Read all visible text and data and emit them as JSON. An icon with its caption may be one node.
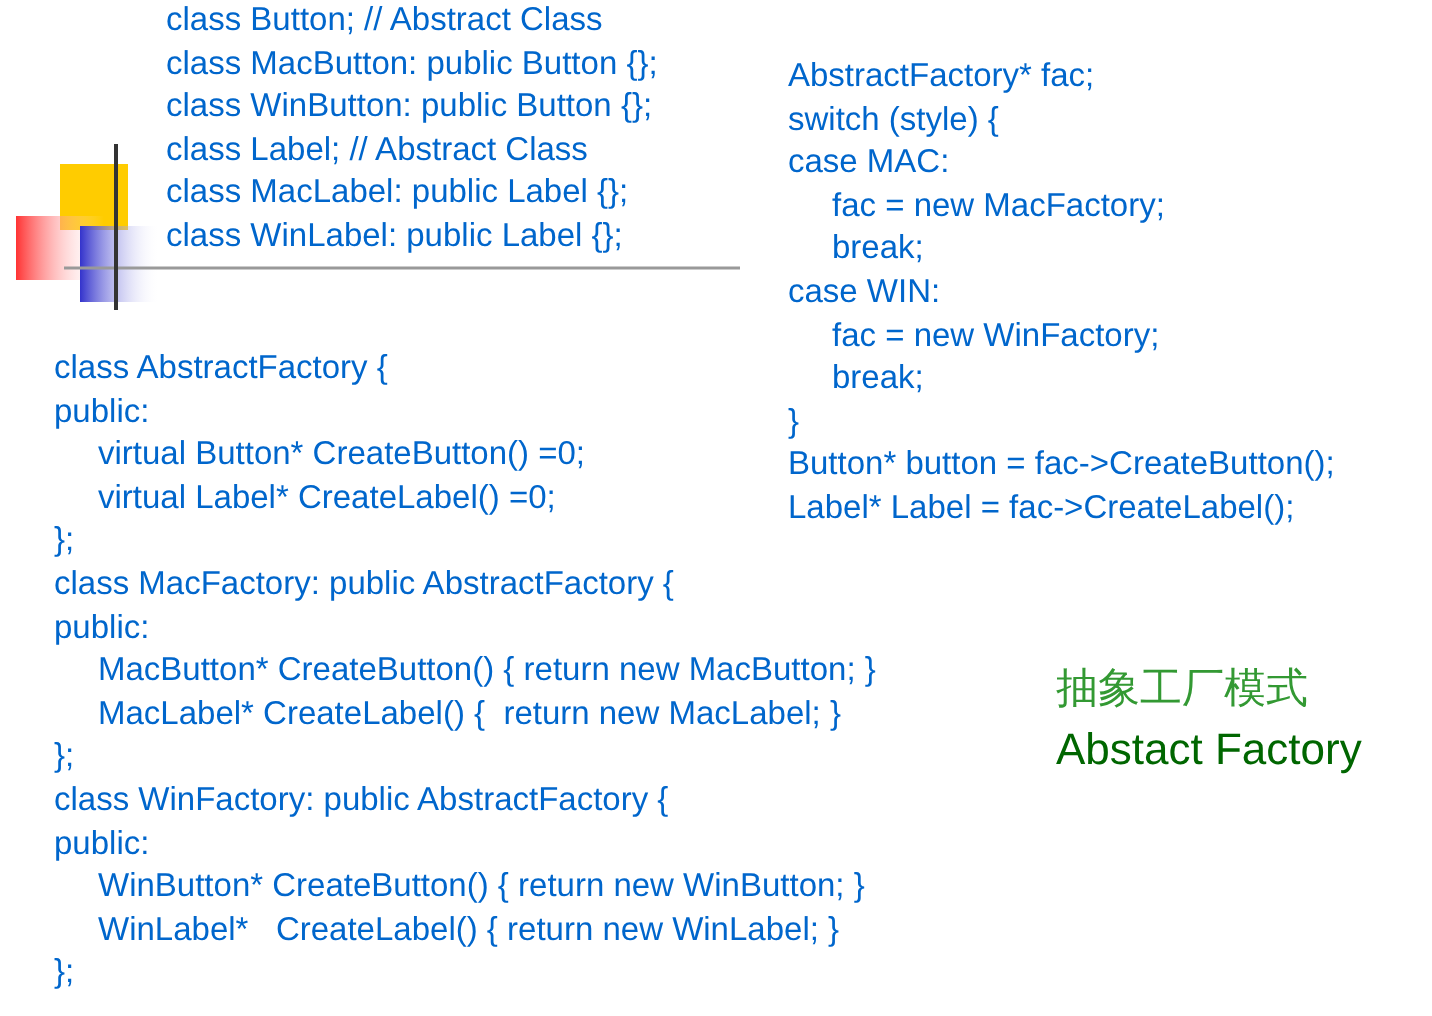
{
  "diagram": {
    "labels": [
      "class Button; // Abstract Class",
      "class MacButton: public Button {};",
      "class WinButton: public Button {};",
      "class Label; // Abstract Class",
      "class MacLabel: public Label {};",
      "class WinLabel: public Label {};",
      "AbstractFactory* fac;",
      "switch (style) {",
      "case MAC:",
      "fac = new MacFactory;",
      "break;",
      "case WIN:",
      "fac = new WinFactory;",
      "break;",
      "}",
      "Button* button = fac->CreateButton();",
      "Label* Label = fac->CreateLabel();",
      "class AbstractFactory {",
      "public:",
      "virtual Button* CreateButton() =0;",
      "virtual Label* CreateLabel() =0;",
      "};",
      "class MacFactory: public AbstractFactory {",
      "public:",
      "MacButton* CreateButton() { return new MacButton; }",
      "MacLabel* CreateLabel() {  return new MacLabel; }",
      "};",
      "class WinFactory: public AbstractFactory {",
      "public:",
      "WinButton* CreateButton() { return new WinButton; }",
      "WinLabel*   CreateLabel() { return new WinLabel; }",
      "};",
      "抽象工厂模式",
      "Abstact Factory"
    ]
  }
}
